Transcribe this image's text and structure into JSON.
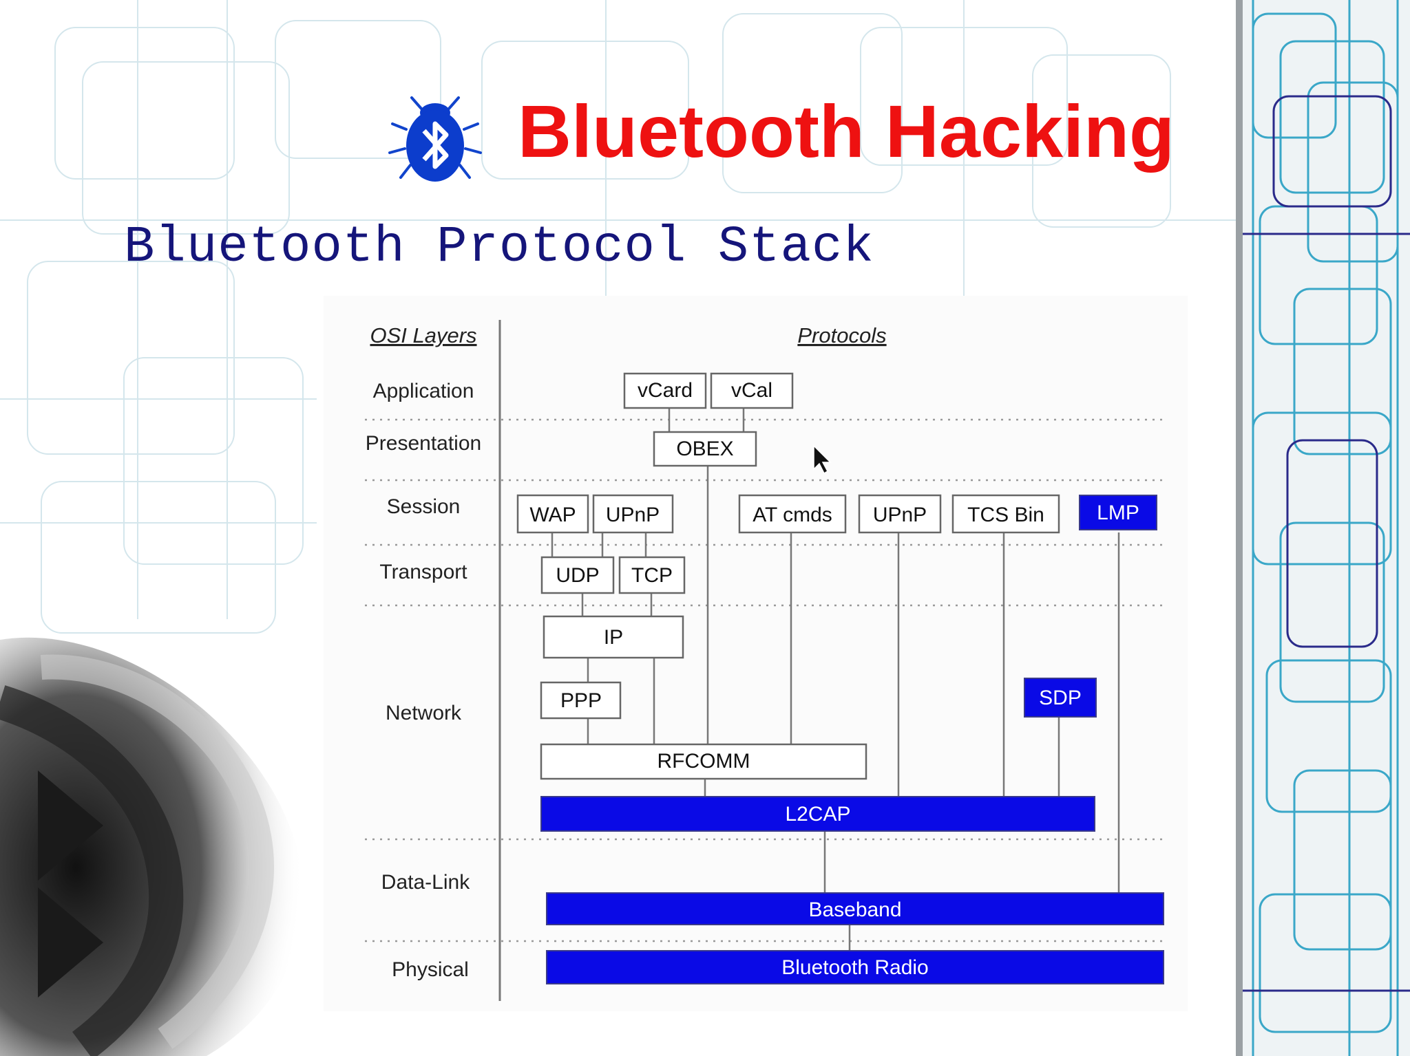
{
  "slide": {
    "title": "Bluetooth Hacking",
    "subtitle": "Bluetooth Protocol Stack"
  },
  "diagram": {
    "column_headers": {
      "left": "OSI Layers",
      "right": "Protocols"
    },
    "layers": {
      "application": "Application",
      "presentation": "Presentation",
      "session": "Session",
      "transport": "Transport",
      "network": "Network",
      "datalink": "Data-Link",
      "physical": "Physical"
    },
    "protocols": {
      "vcard": "vCard",
      "vcal": "vCal",
      "obex": "OBEX",
      "wap": "WAP",
      "upnp1": "UPnP",
      "atcmds": "AT cmds",
      "upnp2": "UPnP",
      "tcsbin": "TCS Bin",
      "lmp": "LMP",
      "udp": "UDP",
      "tcp": "TCP",
      "ip": "IP",
      "ppp": "PPP",
      "sdp": "SDP",
      "rfcomm": "RFCOMM",
      "l2cap": "L2CAP",
      "baseband": "Baseband",
      "radio": "Bluetooth Radio"
    },
    "colors": {
      "highlight": "#0a0ae6",
      "title": "#ee1111",
      "subtitle": "#15157a"
    }
  }
}
